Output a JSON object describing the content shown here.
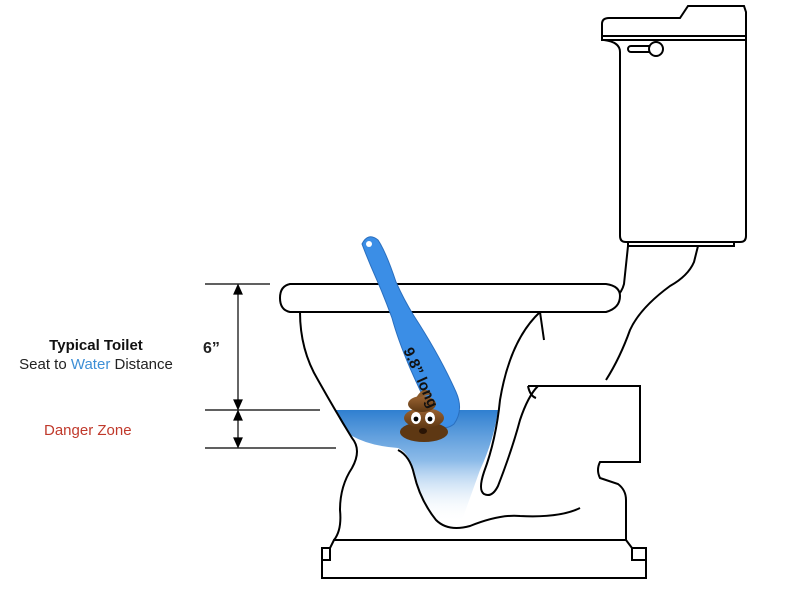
{
  "labels": {
    "title": "Typical Toilet",
    "subtitle_pre": "Seat to ",
    "subtitle_water": "Water",
    "subtitle_post": " Distance",
    "measurement": "6”",
    "danger_zone": "Danger Zone",
    "length": "9.8” long"
  },
  "colors": {
    "water_top": "#2f7fd0",
    "water_bottom": "#ffffff",
    "brush": "#3b8ee6",
    "danger_text": "#c0392b",
    "water_word": "#3d8fd6",
    "outline": "#000000"
  },
  "icons": {
    "poop": "poop-emoji-icon"
  }
}
